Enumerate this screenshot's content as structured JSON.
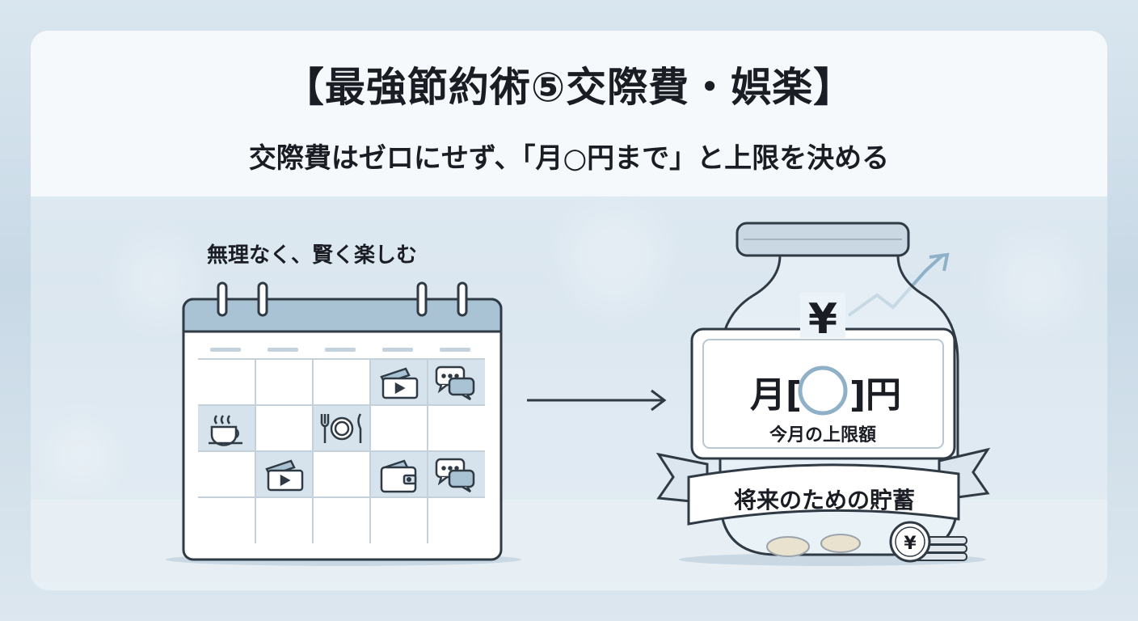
{
  "title": "【最強節約術⑤交際費・娯楽】",
  "subtitle": "交際費はゼロにせず、「月○円まで」と上限を決める",
  "calendar": {
    "caption": "無理なく、賢く楽しむ",
    "cells": [
      {
        "icon": "ticket-icon"
      },
      {
        "icon": "chat-icon"
      },
      {
        "icon": "coffee-cup-icon"
      },
      {
        "icon": "dining-plate-icon"
      },
      {
        "icon": "ticket-icon"
      },
      {
        "icon": "wallet-icon"
      },
      {
        "icon": "chat-icon"
      }
    ]
  },
  "jar": {
    "currency_symbol": "¥",
    "limit_prefix": "月[",
    "limit_suffix": "]円",
    "limit_label": "今月の上限額",
    "ribbon_text": "将来のための貯蓄",
    "coin_symbol": "¥"
  },
  "colors": {
    "accent_blue": "#8fb1c7",
    "cell_highlight": "#d6e3ec",
    "outline": "#2f3a44"
  }
}
